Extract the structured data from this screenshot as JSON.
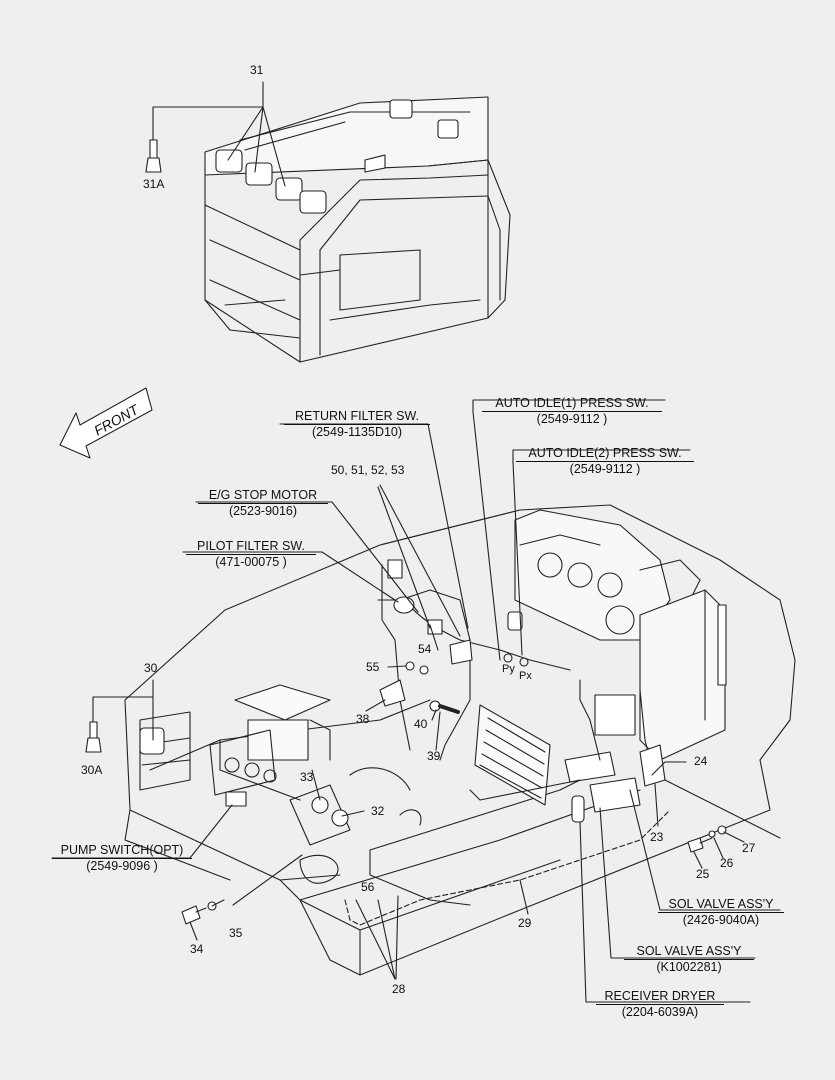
{
  "callouts": {
    "return_filter_sw": {
      "name": "RETURN FILTER SW.",
      "part": "(2549-1135D10)"
    },
    "auto_idle1": {
      "name": "AUTO IDLE(1) PRESS SW.",
      "part": "(2549-9112 )"
    },
    "auto_idle2": {
      "name": "AUTO IDLE(2) PRESS SW.",
      "part": "(2549-9112 )"
    },
    "eg_stop_motor": {
      "name": "E/G STOP MOTOR",
      "part": "(2523-9016)"
    },
    "pilot_filter_sw": {
      "name": "PILOT FILTER SW.",
      "part": "(471-00075 )"
    },
    "pump_switch": {
      "name": "PUMP SWITCH(OPT)",
      "part": "(2549-9096 )"
    },
    "sol_valve_1": {
      "name": "SOL VALVE ASS'Y",
      "part": "(2426-9040A)"
    },
    "sol_valve_2": {
      "name": "SOL VALVE ASS'Y",
      "part": "(K1002281)"
    },
    "receiver_dryer": {
      "name": "RECEIVER DRYER",
      "part": "(2204-6039A)"
    }
  },
  "front_label": "FRONT",
  "numbers": {
    "n31": "31",
    "n31a": "31A",
    "n30": "30",
    "n30a": "30A",
    "n50_53": "50, 51, 52, 53",
    "n54": "54",
    "n55": "55",
    "n38": "38",
    "n40": "40",
    "n39": "39",
    "n33": "33",
    "n32": "32",
    "n24": "24",
    "n23": "23",
    "n27": "27",
    "n26": "26",
    "n25": "25",
    "n29": "29",
    "n56": "56",
    "n28": "28",
    "n34": "34",
    "n35": "35",
    "py": "Py",
    "px": "Px"
  }
}
